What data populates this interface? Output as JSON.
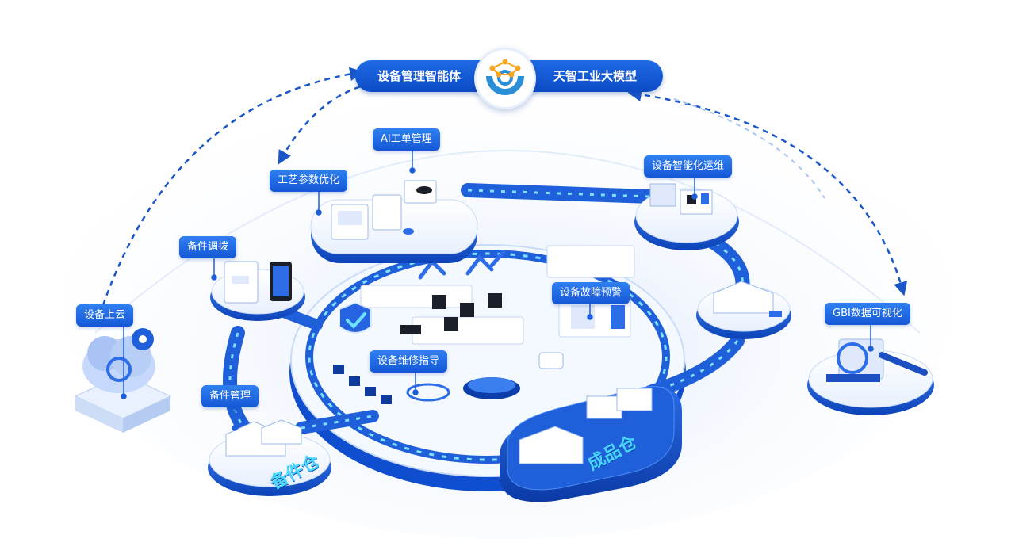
{
  "hub": {
    "left_label": "设备管理智能体",
    "right_label": "天智工业大模型",
    "logo_icon": "gear-network-logo-icon"
  },
  "nodes": {
    "ai_work_order": "AI工单管理",
    "process_param": "工艺参数优化",
    "smart_ops": "设备智能化运维",
    "spare_dispatch": "备件调拨",
    "device_cloud": "设备上云",
    "fault_warning": "设备故障预警",
    "gbi_viz": "GBI数据可视化",
    "repair_guide": "设备维修指导",
    "spare_mgmt": "备件管理"
  },
  "warehouses": {
    "spare": "备件仓",
    "finished": "成品仓"
  },
  "colors": {
    "primary": "#1557d6",
    "track": "#1f5fd9",
    "arrow": "#7fe0ff",
    "platform": "#eef4ff"
  }
}
